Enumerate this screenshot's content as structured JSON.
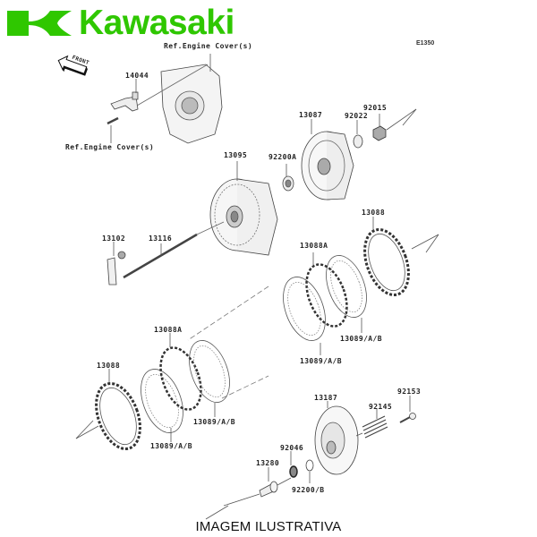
{
  "brand": {
    "name": "Kawasaki",
    "color": "#2fc700",
    "logo_icon": "kawasaki-river-mark-icon"
  },
  "diagram": {
    "code": "E1350",
    "front_marker": "FRONT",
    "references": [
      "Ref.Engine Cover(s)",
      "Ref.Engine Cover(s)"
    ],
    "parts": [
      {
        "id": "14044",
        "name": "engine-cover-bracket"
      },
      {
        "id": "13095",
        "name": "clutch-housing"
      },
      {
        "id": "92200A",
        "name": "washer"
      },
      {
        "id": "13087",
        "name": "clutch-hub"
      },
      {
        "id": "92022",
        "name": "washer"
      },
      {
        "id": "92015",
        "name": "nut"
      },
      {
        "id": "13102",
        "name": "release-lever"
      },
      {
        "id": "13116",
        "name": "push-rod"
      },
      {
        "id": "13088",
        "name": "friction-plate-outer"
      },
      {
        "id": "13088A",
        "name": "friction-plate"
      },
      {
        "id": "13089/A/B",
        "name": "steel-plate"
      },
      {
        "id": "13088A",
        "name": "friction-plate"
      },
      {
        "id": "13088",
        "name": "friction-plate-inner"
      },
      {
        "id": "13089/A/B",
        "name": "steel-plate"
      },
      {
        "id": "13089/A/B",
        "name": "steel-plate"
      },
      {
        "id": "13089/A/B",
        "name": "steel-plate"
      },
      {
        "id": "13187",
        "name": "pressure-plate"
      },
      {
        "id": "92153",
        "name": "bolt"
      },
      {
        "id": "92145",
        "name": "spring"
      },
      {
        "id": "92046",
        "name": "bearing"
      },
      {
        "id": "13280",
        "name": "pusher"
      },
      {
        "id": "92200/B",
        "name": "washer"
      }
    ]
  },
  "footer": {
    "caption": "IMAGEM ILUSTRATIVA"
  }
}
